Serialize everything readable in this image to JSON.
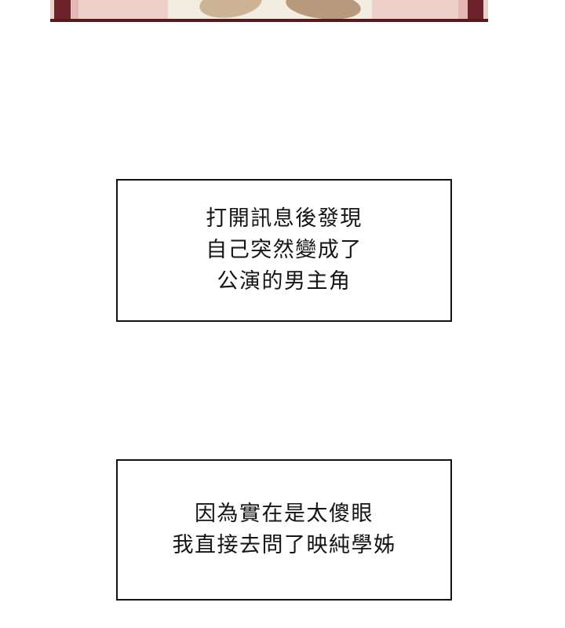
{
  "colors": {
    "panel_border": "#6d222b",
    "panel_flesh_pink": "#eed0ca",
    "panel_beige": "#f2ece1",
    "panel_tan": "#cdb396",
    "text_ink": "#151515",
    "page_background": "#ffffff"
  },
  "boxes": [
    {
      "lines": [
        "打開訊息後發現",
        "自己突然變成了",
        "公演的男主角"
      ]
    },
    {
      "lines": [
        "因為實在是太傻眼",
        "我直接去問了映純學姊"
      ]
    }
  ]
}
